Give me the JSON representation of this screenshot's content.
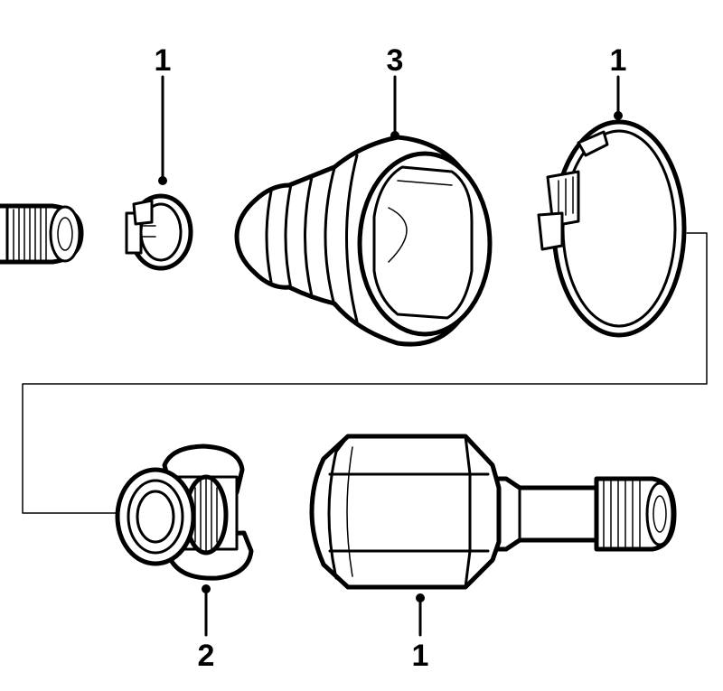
{
  "callouts": [
    {
      "id": "callout-clamp-inner",
      "label": "1"
    },
    {
      "id": "callout-boot",
      "label": "3"
    },
    {
      "id": "callout-clamp-outer",
      "label": "1"
    },
    {
      "id": "callout-tripod",
      "label": "2"
    },
    {
      "id": "callout-housing",
      "label": "1"
    }
  ]
}
